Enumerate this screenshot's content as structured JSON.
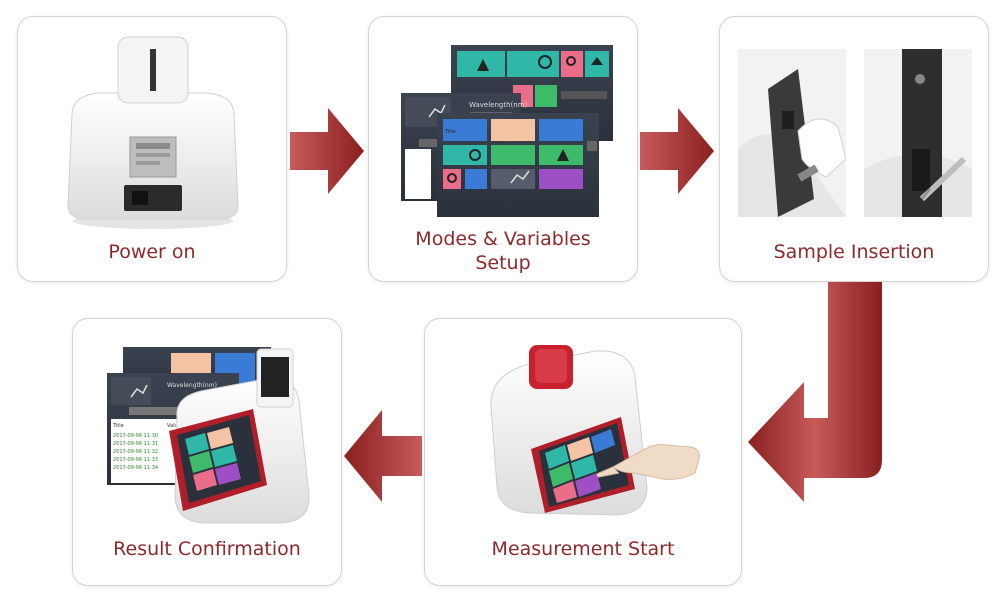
{
  "steps": [
    {
      "label": "Power on"
    },
    {
      "label": "Modes & Variables\nSetup"
    },
    {
      "label": "Sample Insertion"
    },
    {
      "label": "Measurement Start"
    },
    {
      "label": "Result Confirmation"
    }
  ],
  "screen_labels": {
    "wavelength": "Wavelength(nm)",
    "title": "Title",
    "value": "Value",
    "log_rows": [
      "2017-09-06 11:30",
      "2017-09-06 11:31",
      "2017-09-06 11:32",
      "2017-09-06 11:33",
      "2017-09-06 11:34"
    ]
  },
  "colors": {
    "label": "#8b2a2a",
    "arrow_dark": "#8a1f1f",
    "arrow_light": "#c75a5a",
    "device_red": "#b01e2a",
    "tile_teal": "#2fb8a8",
    "tile_peach": "#f3c3a3",
    "tile_blue": "#3a7bd5",
    "tile_green": "#3dbb6a",
    "tile_pink": "#ea6d8a",
    "tile_purple": "#9e4fc4"
  }
}
